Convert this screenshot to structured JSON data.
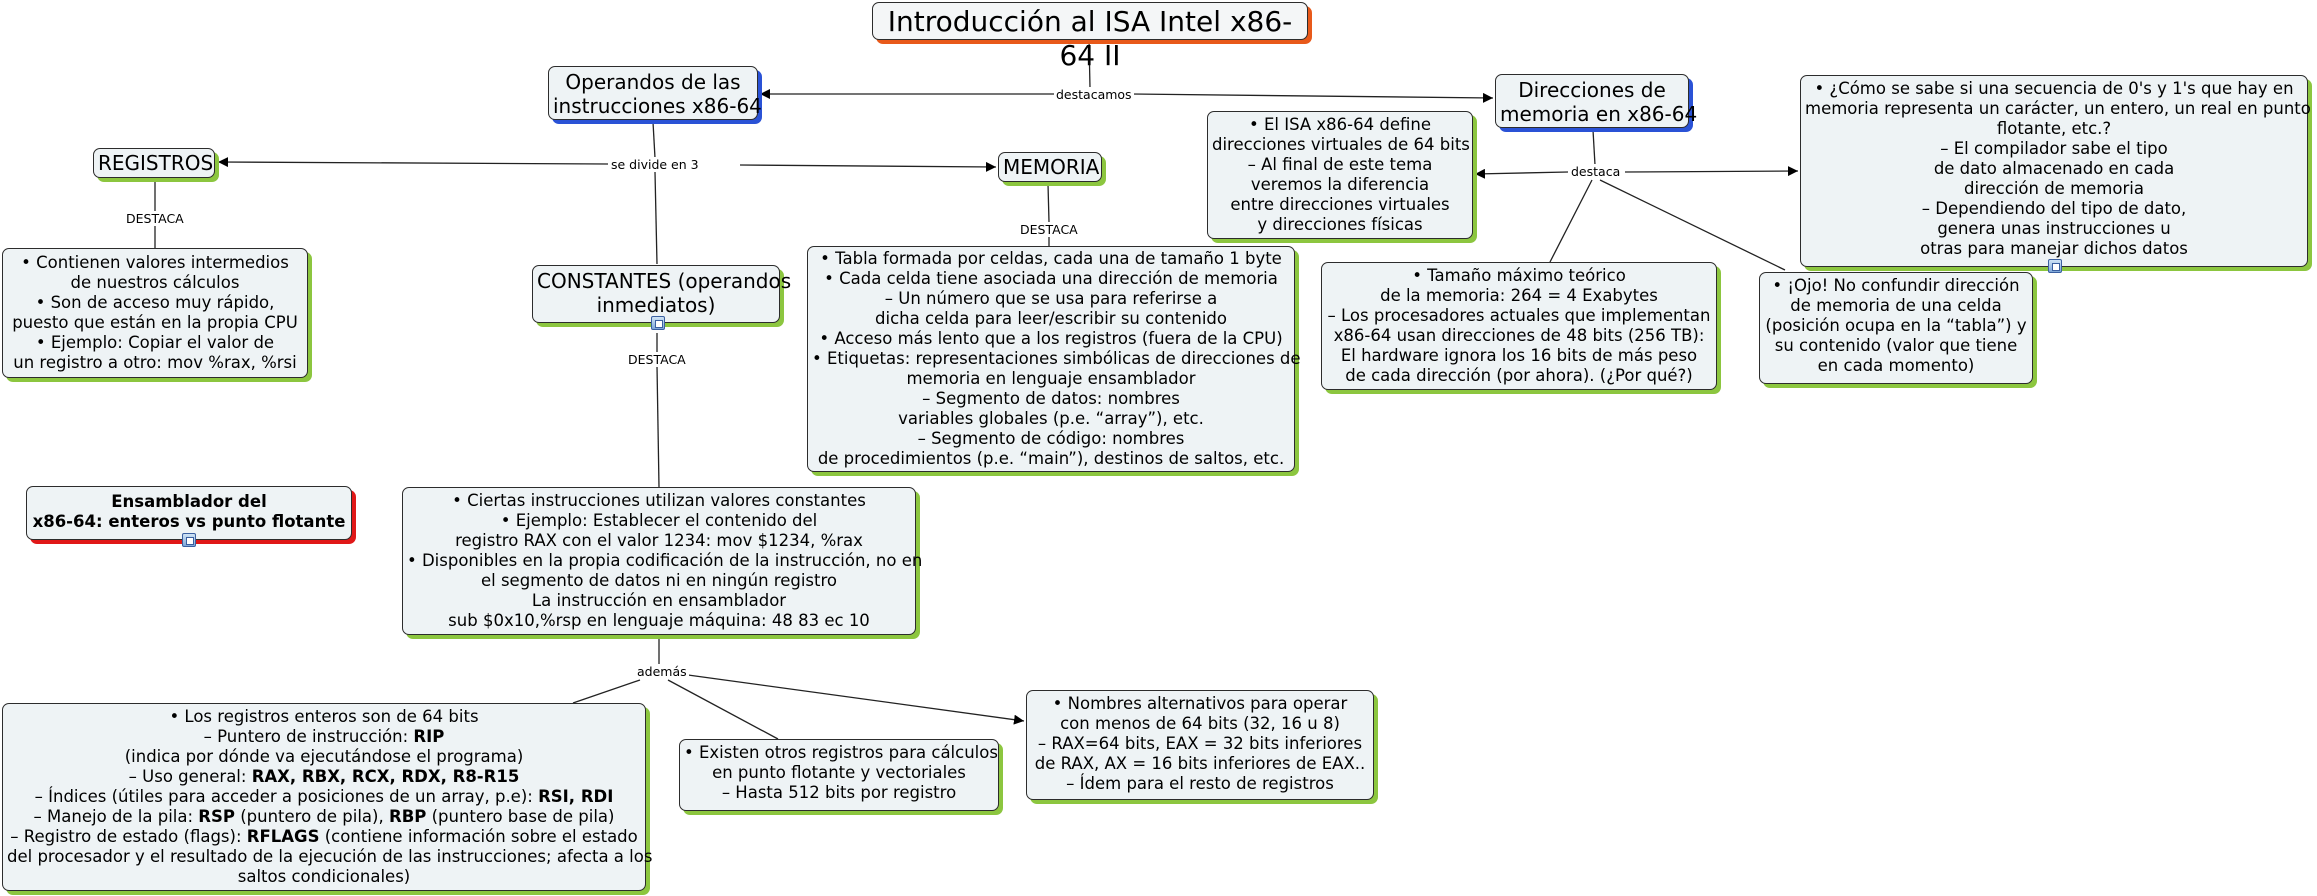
{
  "title": "Introducción al ISA Intel x86-64 II",
  "concepts": {
    "operandos": "Operandos de las instrucciones x86-64",
    "operandos_lines": [
      "Operandos de las",
      "instrucciones x86-64"
    ],
    "direcciones_lines": [
      "Direcciones de",
      "memoria en x86-64"
    ],
    "registros": "REGISTROS",
    "memoria": "MEMORIA",
    "constantes_lines": [
      "CONSTANTES (operandos",
      "inmediatos)"
    ],
    "ensamblador_lines": [
      "Ensamblador del",
      "x86-64: enteros vs punto flotante"
    ]
  },
  "links": {
    "destacamos": "destacamos",
    "se_divide": "se divide en 3",
    "destaca_reg": "DESTACA",
    "destaca_mem": "DESTACA",
    "destaca_const": "DESTACA",
    "destaca_dir": "destaca",
    "ademas": "además"
  },
  "details": {
    "registros_info": [
      "• Contienen valores intermedios",
      "de nuestros cálculos",
      "• Son de acceso muy rápido,",
      "puesto que están en la propia CPU",
      "• Ejemplo: Copiar el valor de",
      "un registro a otro: mov %rax, %rsi"
    ],
    "memoria_info": [
      "• Tabla formada por celdas, cada una de tamaño 1 byte",
      "• Cada celda tiene asociada una dirección de memoria",
      "– Un número que se usa para referirse a",
      "dicha celda para leer/escribir su contenido",
      "• Acceso más lento que a los registros (fuera de la CPU)",
      "• Etiquetas: representaciones simbólicas de direcciones de",
      "memoria en lenguaje ensamblador",
      "– Segmento de datos: nombres",
      "variables globales (p.e. “array”), etc.",
      "– Segmento de código: nombres",
      "de procedimientos (p.e. “main”), destinos de saltos, etc."
    ],
    "isa_virtual": [
      "• El ISA x86-64 define",
      "direcciones virtuales de 64 bits",
      "– Al final de este tema",
      "veremos la diferencia",
      "entre direcciones virtuales",
      "y direcciones físicas"
    ],
    "tamano_maximo": [
      "• Tamaño máximo teórico",
      "de la memoria: 264 = 4 Exabytes",
      "– Los procesadores actuales que implementan",
      "x86-64 usan direcciones de 48 bits (256 TB):",
      "El hardware ignora los 16 bits de más peso",
      "de cada dirección (por ahora). (¿Por qué?)"
    ],
    "como_se_sabe": [
      "• ¿Cómo se sabe si una secuencia de 0's y 1's que hay en",
      "memoria representa un carácter, un entero, un real en punto",
      "flotante, etc.?",
      "– El compilador sabe el tipo",
      "de dato almacenado en cada",
      "dirección de memoria",
      "– Dependiendo del tipo de dato,",
      "genera unas instrucciones u",
      "otras para manejar dichos datos"
    ],
    "ojo": [
      "• ¡Ojo! No confundir dirección",
      "de memoria de una celda",
      "(posición ocupa en la “tabla”) y",
      "su contenido (valor que tiene",
      "en cada momento)"
    ],
    "constantes_info": [
      "• Ciertas instrucciones utilizan valores constantes",
      "• Ejemplo: Establecer el contenido del",
      "registro RAX con el valor 1234: mov $1234, %rax",
      "• Disponibles en la propia codificación de la instrucción, no en",
      "el segmento de datos ni en ningún registro",
      "La instrucción en ensamblador",
      "sub $0x10,%rsp en lenguaje máquina: 48 83 ec 10"
    ],
    "registros_enteros": {
      "l1": "• Los registros enteros son de 64 bits",
      "l2a": "– Puntero de instrucción: ",
      "l2b": "RIP",
      "l3": "(indica por dónde va ejecutándose el programa)",
      "l4a": "– Uso general: ",
      "l4b": "RAX, RBX, RCX, RDX, R8-R15",
      "l5a": "– Índices (útiles para acceder a posiciones de un array, p.e): ",
      "l5b": "RSI, RDI",
      "l6a": "– Manejo de la pila: ",
      "l6b": "RSP",
      "l6c": " (puntero de pila), ",
      "l6d": "RBP",
      "l6e": " (puntero base de pila)",
      "l7a": "– Registro de estado (flags): ",
      "l7b": "RFLAGS",
      "l7c": " (contiene información sobre el estado",
      "l8": "del procesador y el resultado de la ejecución de las instrucciones; afecta a los",
      "l9": "saltos condicionales)"
    },
    "otros_registros": [
      "• Existen otros registros para cálculos",
      "en punto flotante y vectoriales",
      "– Hasta 512 bits por registro"
    ],
    "nombres_alternativos": [
      "• Nombres alternativos para operar",
      "con menos de 64 bits (32, 16 u 8)",
      "– RAX=64 bits, EAX = 32 bits inferiores",
      "de RAX, AX = 16 bits inferiores de EAX..",
      "– Ídem para el resto de registros"
    ]
  },
  "colors": {
    "accent_green": "#8cc63f",
    "accent_blue": "#2a52d6",
    "accent_red": "#e01818",
    "accent_orange": "#e8591a",
    "node_fill": "#eef3f5"
  }
}
